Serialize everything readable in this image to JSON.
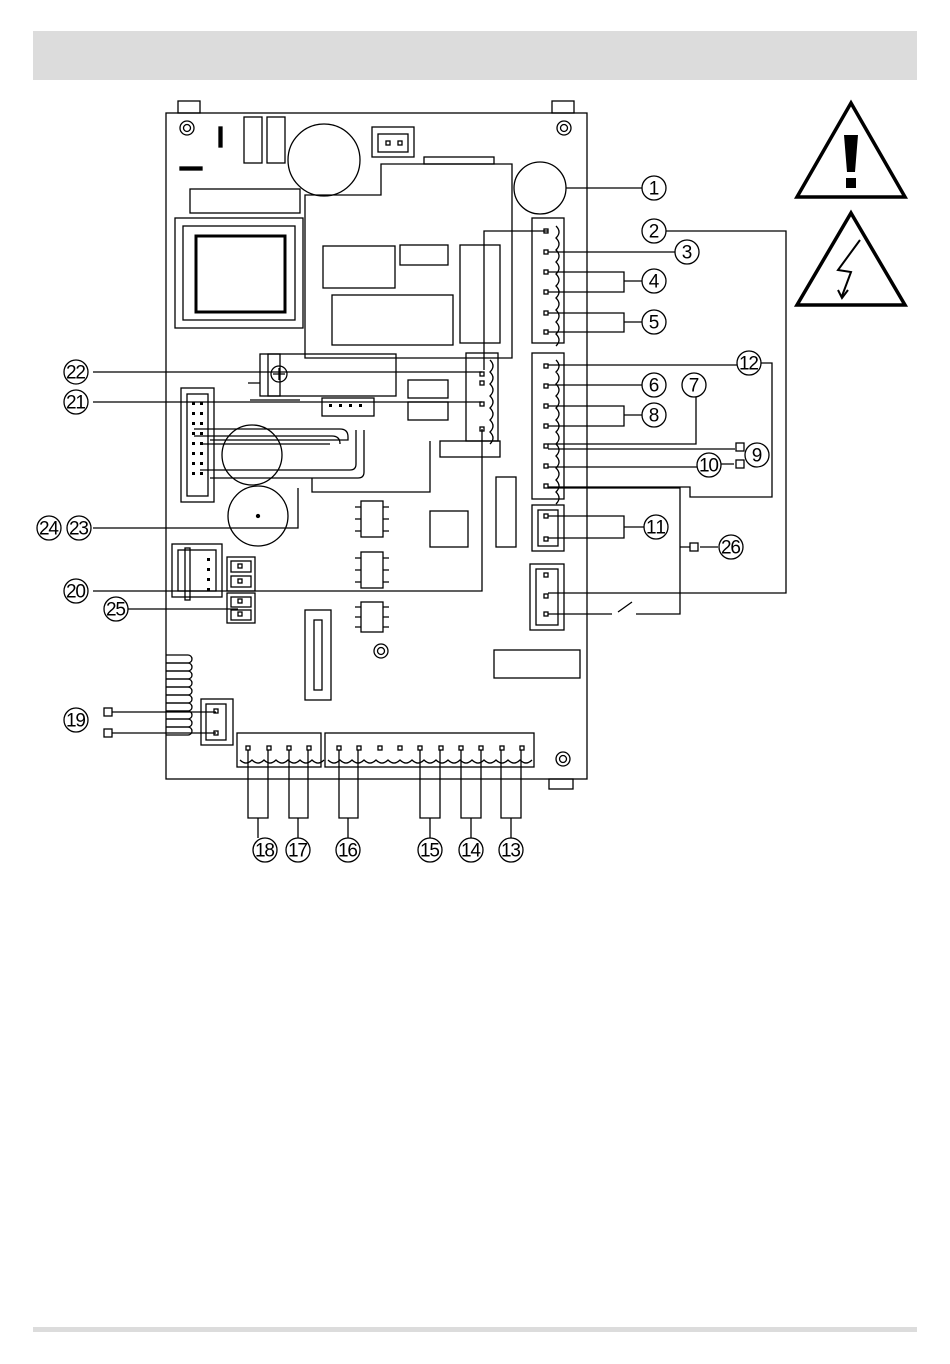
{
  "callouts": [
    {
      "id": "1",
      "label": "1"
    },
    {
      "id": "2",
      "label": "2"
    },
    {
      "id": "3",
      "label": "3"
    },
    {
      "id": "4",
      "label": "4"
    },
    {
      "id": "5",
      "label": "5"
    },
    {
      "id": "6",
      "label": "6"
    },
    {
      "id": "7",
      "label": "7"
    },
    {
      "id": "8",
      "label": "8"
    },
    {
      "id": "9",
      "label": "9"
    },
    {
      "id": "10",
      "label": "10"
    },
    {
      "id": "11",
      "label": "11"
    },
    {
      "id": "12",
      "label": "12"
    },
    {
      "id": "13",
      "label": "13"
    },
    {
      "id": "14",
      "label": "14"
    },
    {
      "id": "15",
      "label": "15"
    },
    {
      "id": "16",
      "label": "16"
    },
    {
      "id": "17",
      "label": "17"
    },
    {
      "id": "18",
      "label": "18"
    },
    {
      "id": "19",
      "label": "19"
    },
    {
      "id": "20",
      "label": "20"
    },
    {
      "id": "21",
      "label": "21"
    },
    {
      "id": "22",
      "label": "22"
    },
    {
      "id": "23",
      "label": "23"
    },
    {
      "id": "24",
      "label": "24"
    },
    {
      "id": "25",
      "label": "25"
    },
    {
      "id": "26",
      "label": "26"
    }
  ],
  "icons": [
    "warning-exclamation-icon",
    "electric-hazard-icon"
  ],
  "colors": {
    "line": "#000000",
    "header": "#dcdcdc"
  }
}
